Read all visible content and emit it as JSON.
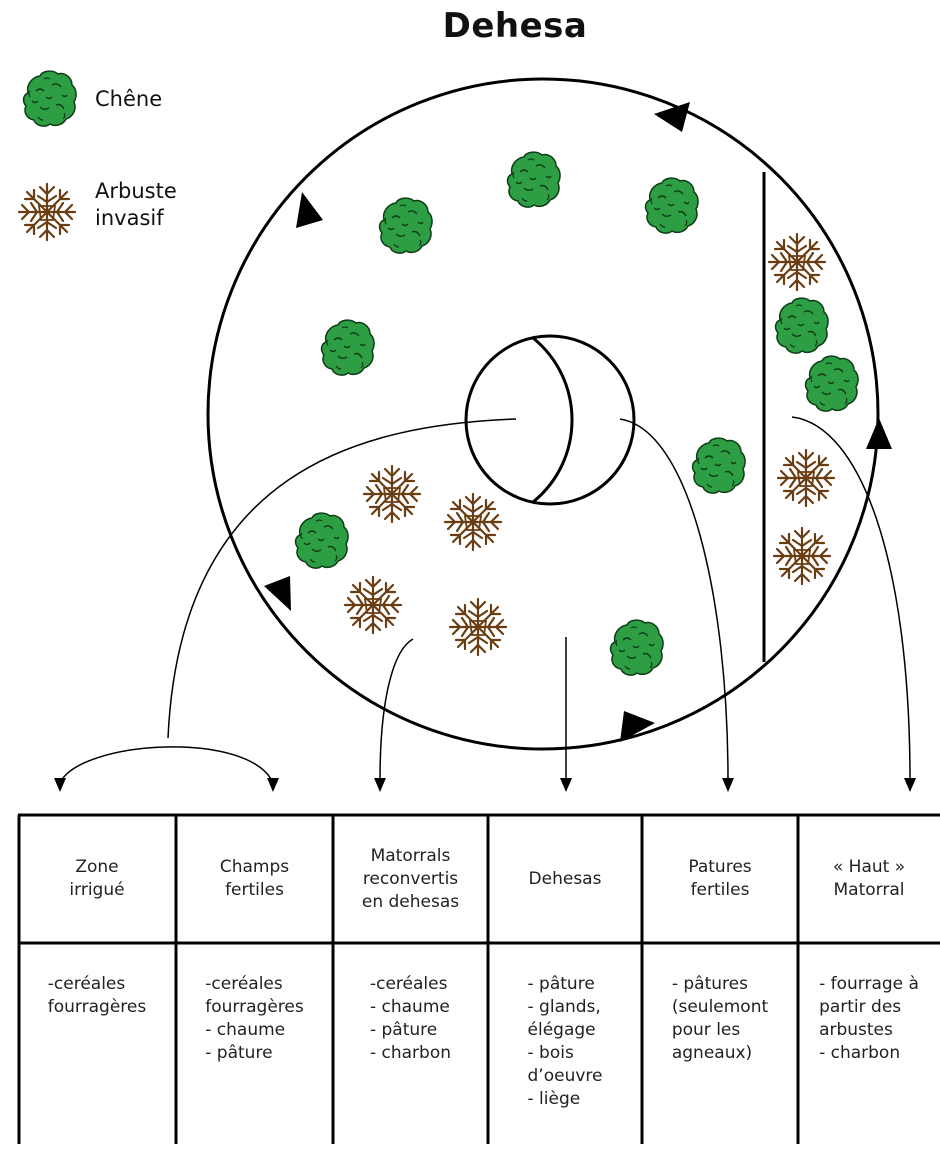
{
  "title": "Dehesa",
  "legend": [
    {
      "label": "Chêne",
      "icon": "oak-tree-icon",
      "color": "#2e9e44"
    },
    {
      "label": "Arbuste\ninvasif",
      "icon": "invasive-shrub-icon",
      "color": "#7a4a1a"
    }
  ],
  "table": {
    "columns": [
      {
        "header": "Zone\nirrigué",
        "uses": "-ceréales\nfourragères"
      },
      {
        "header": "Champs\nfertiles",
        "uses": "-ceréales\nfourragères\n- chaume\n- pâture"
      },
      {
        "header": "Matorrals\nreconvertis\nen dehesas",
        "uses": "-ceréales\n- chaume\n- pâture\n- charbon"
      },
      {
        "header": "Dehesas",
        "uses": "- pâture\n- glands,\nélégage\n- bois\nd’oeuvre\n- liège"
      },
      {
        "header": "Patures\nfertiles",
        "uses": "- pâtures\n(seulemont\npour les\nagneaux)"
      },
      {
        "header": "« Haut »\nMatorral",
        "uses": "- fourrage à\npartir des\narbustes\n- charbon"
      }
    ]
  }
}
